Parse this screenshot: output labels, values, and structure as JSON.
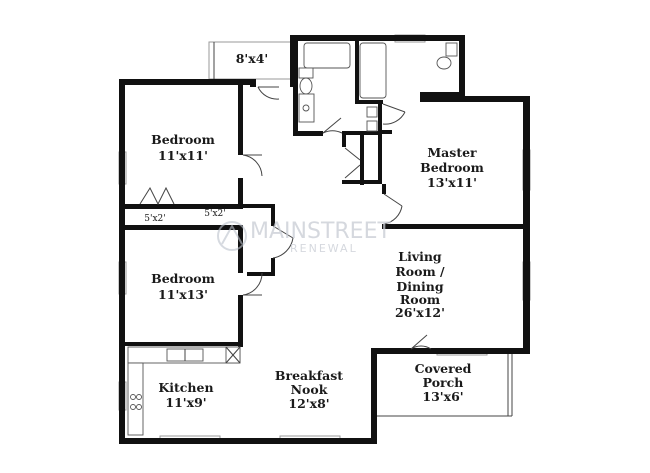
{
  "rooms": {
    "balcony": {
      "dim": "8'x4'"
    },
    "bedroom_nw": {
      "name": "Bedroom",
      "dim": "11'x11'"
    },
    "closet_nw": {
      "dim": "5'x2'"
    },
    "closet_hall": {
      "dim": "5'x2'"
    },
    "bedroom_w": {
      "name": "Bedroom",
      "dim": "11'x13'"
    },
    "master": {
      "name_line1": "Master",
      "name_line2": "Bedroom",
      "dim": "13'x11'"
    },
    "living": {
      "line1": "Living",
      "line2": "Room /",
      "line3": "Dining",
      "line4": "Room",
      "dim": "26'x12'"
    },
    "kitchen": {
      "name": "Kitchen",
      "dim": "11'x9'"
    },
    "nook": {
      "line1": "Breakfast",
      "line2": "Nook",
      "dim": "12'x8'"
    },
    "porch": {
      "line1": "Covered",
      "line2": "Porch",
      "dim": "13'x6'"
    }
  },
  "watermark": {
    "line1": "MAINSTREET",
    "line2": "RENEWAL"
  }
}
